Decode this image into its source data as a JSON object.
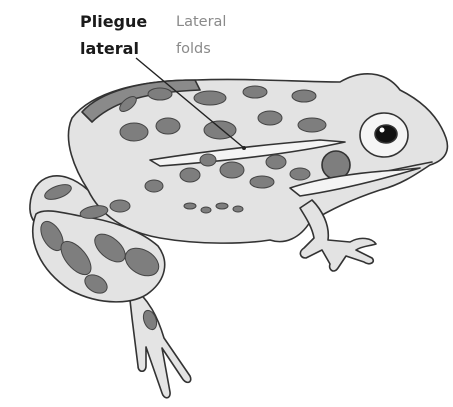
{
  "labels": {
    "spanish": {
      "line1": "Pliegue",
      "line2": "lateral"
    },
    "english": {
      "line1": "Lateral",
      "line2": "folds"
    }
  },
  "colors": {
    "body": "#e3e3e3",
    "spots": "#7e7e7e",
    "outline": "#333333",
    "leader_line": "#222222"
  }
}
